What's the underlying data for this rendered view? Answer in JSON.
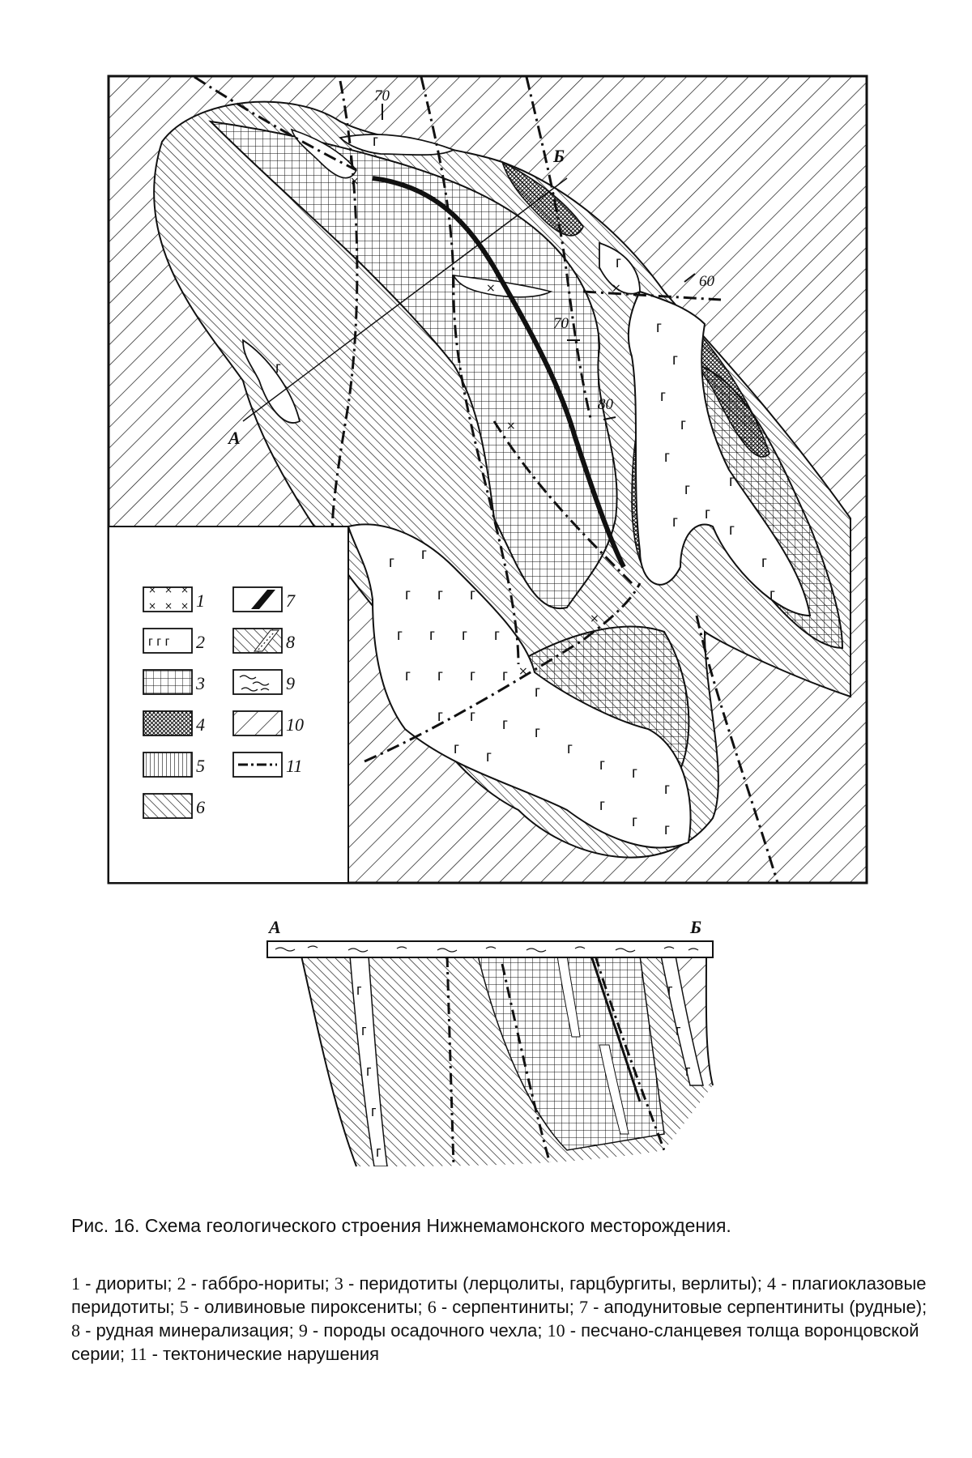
{
  "figure": {
    "caption": "Рис. 16. Схема геологического строения Нижнемамонского месторождения.",
    "legend_text": [
      {
        "num": "1",
        "text": " - диориты; "
      },
      {
        "num": "2",
        "text": " - габбро-нориты; "
      },
      {
        "num": "3",
        "text": " - перидотиты (лерцолиты, гарцбургиты, верлиты); "
      },
      {
        "num": "4",
        "text": " - плагиоклазовые перидотиты; "
      },
      {
        "num": "5",
        "text": " - оливиновые пироксениты; "
      },
      {
        "num": "6",
        "text": " - серпентиниты; "
      },
      {
        "num": "7",
        "text": " - аподунитовые серпентиниты (рудные); "
      },
      {
        "num": "8",
        "text": " - рудная минерализация; "
      },
      {
        "num": "9",
        "text": " - породы осадочного чехла; "
      },
      {
        "num": "10",
        "text": " - песчано-сланцевея толща воронцовской серии; "
      },
      {
        "num": "11",
        "text": " - тектонические нарушения"
      }
    ]
  },
  "map": {
    "profile_start": "А",
    "profile_end": "Б",
    "dips": [
      "70",
      "60",
      "70",
      "80"
    ],
    "gabbro_symbol": "г"
  },
  "legend_box": {
    "items": [
      "1",
      "2",
      "3",
      "4",
      "5",
      "6",
      "7",
      "8",
      "9",
      "10",
      "11"
    ]
  },
  "section": {
    "start": "А",
    "end": "Б"
  }
}
